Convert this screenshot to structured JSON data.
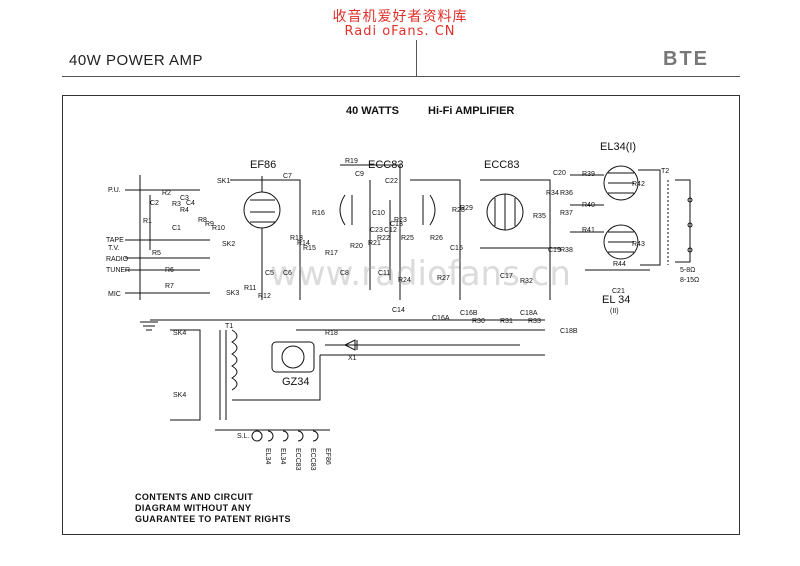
{
  "watermark": {
    "line1": "收音机爱好者资料库",
    "line2": "Radi oFans. CN",
    "overlay": "www.radiofans.cn"
  },
  "header": {
    "title": "40W POWER AMP",
    "brand": "BTE"
  },
  "schematic": {
    "heading_left": "40 WATTS",
    "heading_right": "Hi-Fi AMPLIFIER",
    "tubes": {
      "ef86": "EF86",
      "ecc83_a": "ECC83",
      "ecc83_b": "ECC83",
      "el34_1": "EL34(I)",
      "el34_2_name": "EL 34",
      "el34_2_num": "(II)",
      "rect": "GZ34"
    },
    "inputs": {
      "pu": "P.U.",
      "tape": "TAPE",
      "tv": "T.V.",
      "radio": "RADIO",
      "tuner": "TUNER",
      "mic": "MIC"
    },
    "switches": {
      "sk1": "SK1",
      "sk2": "SK2",
      "sk3": "SK3",
      "sk4a": "SK4",
      "sk4b": "SK4"
    },
    "transformers": {
      "t1": "T1",
      "t2": "T2"
    },
    "outputs": {
      "o1": "5-8Ω",
      "o2": "8-15Ω"
    },
    "misc": {
      "sl": "S.L.",
      "x1": "X1"
    },
    "resistors": [
      "R1",
      "R2",
      "R3",
      "R4",
      "R5",
      "R6",
      "R7",
      "R8",
      "R9",
      "R10",
      "R11",
      "R12",
      "R13",
      "R14",
      "R15",
      "R16",
      "R17",
      "R18",
      "R19",
      "R20",
      "R21",
      "R22",
      "R23",
      "R24",
      "R25",
      "R26",
      "R27",
      "R28",
      "R29",
      "R30",
      "R31",
      "R32",
      "R33",
      "R34",
      "R35",
      "R36",
      "R37",
      "R38",
      "R39",
      "R40",
      "R41",
      "R42",
      "R43",
      "R44"
    ],
    "capacitors": [
      "C1",
      "C2",
      "C3",
      "C4",
      "C5",
      "C6",
      "C7",
      "C8",
      "C9",
      "C10",
      "C11",
      "C12",
      "C13",
      "C14",
      "C15",
      "C16A",
      "C16B",
      "C17",
      "C18A",
      "C18B",
      "C19",
      "C20",
      "C21",
      "C22",
      "C23"
    ],
    "valve_heaters": [
      "EL34",
      "EL34",
      "ECC83",
      "ECC83",
      "EF86"
    ]
  },
  "footer": {
    "line1": "CONTENTS AND CIRCUIT",
    "line2": "DIAGRAM WITHOUT ANY",
    "line3": "GUARANTEE TO PATENT RIGHTS"
  }
}
